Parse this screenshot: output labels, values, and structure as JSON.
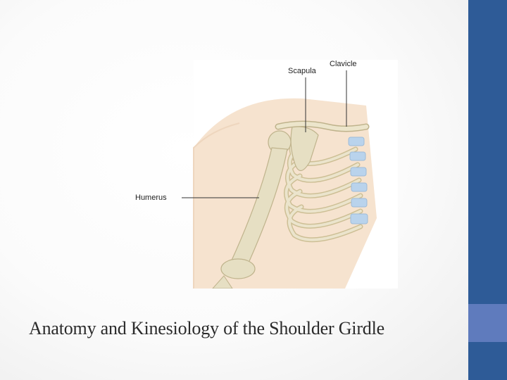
{
  "slide": {
    "title": "Anatomy and Kinesiology of the Shoulder Girdle",
    "figure_labels": {
      "scapula": "Scapula",
      "clavicle": "Clavicle",
      "humerus": "Humerus"
    }
  },
  "colors": {
    "side_bar": "#2e5b97",
    "side_accent": "#5f7bbd",
    "bone": "#e6dfc3",
    "skin": "#f6e3cf",
    "cartilage": "#b9d3ec"
  }
}
